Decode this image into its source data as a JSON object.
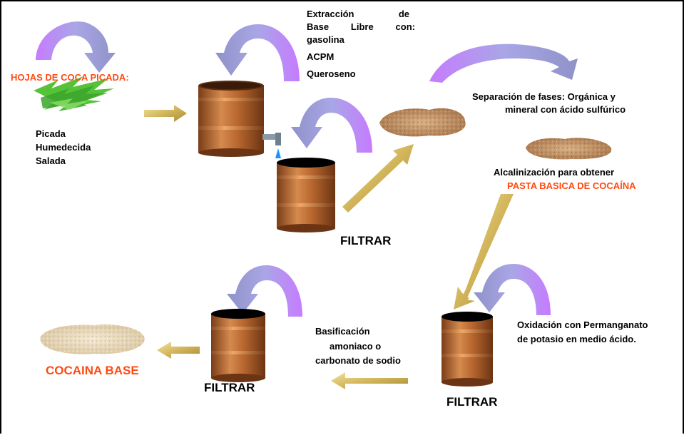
{
  "labels": {
    "hojas_title": "HOJAS DE COCA PICADA:",
    "hojas_steps": [
      "Picada",
      "Humedecida",
      "Salada"
    ],
    "extraccion_line1": "Extracción de",
    "extraccion_line2": "Base Libre con:",
    "solventes": [
      "gasolina",
      "ACPM",
      "Queroseno"
    ],
    "separacion_line1": "Separación de fases: Orgánica y",
    "separacion_line2": "mineral con ácido sulfúrico",
    "alcalinizacion": "Alcalinización para obtener",
    "pasta_basica": "PASTA BASICA DE COCAÍNA",
    "filtrar_1": "FILTRAR",
    "filtrar_2": "FILTRAR",
    "filtrar_3": "FILTRAR",
    "oxidacion_line1": "Oxidación con Permanganato",
    "oxidacion_line2": "de potasio en medio ácido.",
    "basificacion_line1": "Basificación",
    "basificacion_line2": "amoniaco o",
    "basificacion_line3": "carbonato de sodio",
    "cocaina_base": "COCAINA BASE"
  },
  "colors": {
    "accent_red": "#ff4a12",
    "barrel": "#b8672e",
    "arrow_gold": "#d9c070",
    "curve_lavender": "#9b96d6",
    "leaf_green": "#4fbf3a",
    "paste_brown": "#c99a6a"
  }
}
